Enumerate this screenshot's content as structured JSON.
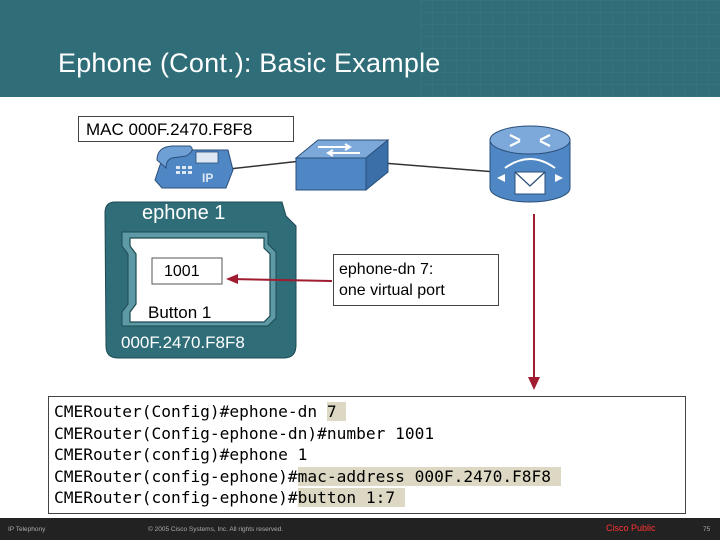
{
  "slide": {
    "title": "Ephone (Cont.): Basic Example"
  },
  "diagram": {
    "mac_label": "MAC 000F.2470.F8F8",
    "phone_icon_text": "IP",
    "ephone_title": "ephone 1",
    "line_number": "1001",
    "button_label": "Button 1",
    "ephone_mac": "000F.2470.F8F8",
    "dn_note_line1": "ephone-dn 7:",
    "dn_note_line2": "one virtual port"
  },
  "cli": {
    "lines": [
      {
        "prefix": "CMERouter(Config)#ephone-dn ",
        "highlight": "7 "
      },
      {
        "prefix": "CMERouter(Config-ephone-dn)#number 1001",
        "highlight": ""
      },
      {
        "prefix": "CMERouter(config)#ephone 1",
        "highlight": ""
      },
      {
        "prefix": "CMERouter(config-ephone)#",
        "highlight": "mac-address 000F.2470.F8F8 "
      },
      {
        "prefix": "CMERouter(config-ephone)#",
        "highlight": "button 1:7 "
      }
    ]
  },
  "footer": {
    "left": "IP Telephony",
    "center": "© 2005 Cisco Systems, Inc. All rights reserved.",
    "right": "Cisco Public",
    "page": "75"
  },
  "colors": {
    "header": "#2f6d78",
    "device_blue": "#4f87c4",
    "arrow": "#a01c30",
    "ephone_card": "#2f6d78",
    "highlight": "#ddd8c3"
  },
  "icons": [
    "ip-phone-icon",
    "switch-icon",
    "router-icon"
  ]
}
